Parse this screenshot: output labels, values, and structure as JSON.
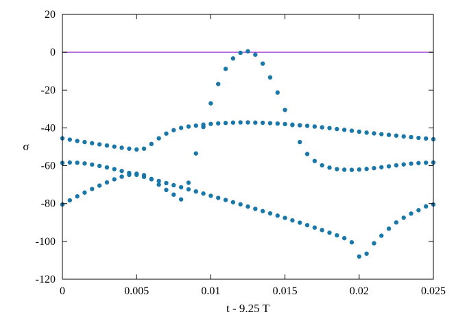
{
  "chart_data": {
    "type": "scatter",
    "title": "",
    "xlabel": "t - 9.25 T",
    "ylabel": "σ",
    "xlim": [
      0,
      0.025
    ],
    "ylim": [
      -120,
      20
    ],
    "xticks": [
      0,
      0.005,
      0.01,
      0.015,
      0.02,
      0.025
    ],
    "xtick_labels": [
      "0",
      "0.005",
      "0.01",
      "0.015",
      "0.02",
      "0.025"
    ],
    "yticks": [
      -120,
      -100,
      -80,
      -60,
      -40,
      -20,
      0,
      20
    ],
    "ytick_labels": [
      "-120",
      "-100",
      "-80",
      "-60",
      "-40",
      "-20",
      "0",
      "20"
    ],
    "grid": false,
    "colors": {
      "points": "#1a78a8",
      "zero_line": "#9b30d0"
    },
    "reference_line": {
      "y": 0
    },
    "series": [
      {
        "points": [
          [
            0.0,
            -45.5
          ],
          [
            0.0005,
            -46.2
          ],
          [
            0.001,
            -46.9
          ],
          [
            0.0015,
            -47.5
          ],
          [
            0.002,
            -48.1
          ],
          [
            0.0025,
            -48.7
          ],
          [
            0.003,
            -49.3
          ],
          [
            0.0035,
            -49.9
          ],
          [
            0.004,
            -50.5
          ],
          [
            0.0045,
            -51.0
          ],
          [
            0.005,
            -51.4
          ],
          [
            0.0055,
            -51.0
          ],
          [
            0.006,
            -48.5
          ],
          [
            0.0065,
            -45.5
          ],
          [
            0.007,
            -43.0
          ],
          [
            0.0075,
            -41.2
          ],
          [
            0.008,
            -40.0
          ],
          [
            0.0085,
            -39.3
          ],
          [
            0.009,
            -38.8
          ],
          [
            0.0095,
            -38.3
          ],
          [
            0.01,
            -37.9
          ],
          [
            0.0105,
            -37.6
          ],
          [
            0.011,
            -37.4
          ],
          [
            0.0115,
            -37.2
          ],
          [
            0.012,
            -37.1
          ],
          [
            0.0125,
            -37.1
          ],
          [
            0.013,
            -37.2
          ],
          [
            0.0135,
            -37.3
          ],
          [
            0.014,
            -37.5
          ],
          [
            0.0145,
            -37.7
          ],
          [
            0.015,
            -38.0
          ],
          [
            0.0155,
            -38.3
          ],
          [
            0.016,
            -38.6
          ],
          [
            0.0165,
            -38.9
          ],
          [
            0.017,
            -39.3
          ],
          [
            0.0175,
            -39.7
          ],
          [
            0.018,
            -40.1
          ],
          [
            0.0185,
            -40.6
          ],
          [
            0.019,
            -41.0
          ],
          [
            0.0195,
            -41.5
          ],
          [
            0.02,
            -42.0
          ],
          [
            0.0205,
            -42.5
          ],
          [
            0.021,
            -42.9
          ],
          [
            0.0215,
            -43.3
          ],
          [
            0.022,
            -43.7
          ],
          [
            0.0225,
            -44.1
          ],
          [
            0.023,
            -44.5
          ],
          [
            0.0235,
            -44.9
          ],
          [
            0.024,
            -45.3
          ],
          [
            0.0245,
            -45.6
          ],
          [
            0.025,
            -46.0
          ],
          [
            0.0,
            -58.5
          ],
          [
            0.0005,
            -58.3
          ],
          [
            0.001,
            -58.4
          ],
          [
            0.0015,
            -58.8
          ],
          [
            0.002,
            -59.4
          ],
          [
            0.0025,
            -60.1
          ],
          [
            0.003,
            -60.9
          ],
          [
            0.0035,
            -61.8
          ],
          [
            0.004,
            -62.8
          ],
          [
            0.0045,
            -63.8
          ],
          [
            0.005,
            -64.8
          ],
          [
            0.0055,
            -65.9
          ],
          [
            0.006,
            -67.0
          ],
          [
            0.0065,
            -68.1
          ],
          [
            0.007,
            -69.2
          ],
          [
            0.0075,
            -70.3
          ],
          [
            0.008,
            -71.4
          ],
          [
            0.0085,
            -72.5
          ],
          [
            0.009,
            -73.6
          ],
          [
            0.0095,
            -74.7
          ],
          [
            0.01,
            -75.9
          ],
          [
            0.0105,
            -77.0
          ],
          [
            0.011,
            -78.1
          ],
          [
            0.0115,
            -79.3
          ],
          [
            0.012,
            -80.4
          ],
          [
            0.0125,
            -81.6
          ],
          [
            0.013,
            -82.8
          ],
          [
            0.0135,
            -84.0
          ],
          [
            0.014,
            -85.2
          ],
          [
            0.0145,
            -86.4
          ],
          [
            0.015,
            -87.6
          ],
          [
            0.0155,
            -88.9
          ],
          [
            0.016,
            -90.1
          ],
          [
            0.0165,
            -91.4
          ],
          [
            0.017,
            -92.7
          ],
          [
            0.0175,
            -94.0
          ],
          [
            0.018,
            -95.4
          ],
          [
            0.0185,
            -96.8
          ],
          [
            0.019,
            -98.3
          ],
          [
            0.0195,
            -100.5
          ],
          [
            0.02,
            -108.0
          ],
          [
            0.0205,
            -106.5
          ],
          [
            0.021,
            -101.0
          ],
          [
            0.0215,
            -97.0
          ],
          [
            0.022,
            -93.3
          ],
          [
            0.0225,
            -90.0
          ],
          [
            0.023,
            -87.5
          ],
          [
            0.0235,
            -85.3
          ],
          [
            0.024,
            -83.5
          ],
          [
            0.0245,
            -81.5
          ],
          [
            0.025,
            -80.5
          ],
          [
            0.0,
            -80.5
          ],
          [
            0.0005,
            -78.3
          ],
          [
            0.001,
            -76.2
          ],
          [
            0.0015,
            -74.2
          ],
          [
            0.002,
            -72.3
          ],
          [
            0.0025,
            -70.5
          ],
          [
            0.003,
            -68.8
          ],
          [
            0.0035,
            -67.2
          ],
          [
            0.004,
            -65.8
          ],
          [
            0.0045,
            -64.8
          ],
          [
            0.005,
            -64.2
          ],
          [
            0.0055,
            -65.0
          ],
          [
            0.006,
            -67.2
          ],
          [
            0.0065,
            -70.0
          ],
          [
            0.007,
            -72.8
          ],
          [
            0.0075,
            -75.3
          ],
          [
            0.008,
            -77.8
          ],
          [
            0.0085,
            -69.0
          ],
          [
            0.009,
            -53.5
          ],
          [
            0.0095,
            -39.5
          ],
          [
            0.01,
            -27.0
          ],
          [
            0.0105,
            -16.8
          ],
          [
            0.011,
            -8.8
          ],
          [
            0.0115,
            -3.3
          ],
          [
            0.012,
            -0.3
          ],
          [
            0.0125,
            0.5
          ],
          [
            0.013,
            -1.3
          ],
          [
            0.0135,
            -6.0
          ],
          [
            0.014,
            -13.3
          ],
          [
            0.0145,
            -21.3
          ],
          [
            0.015,
            -30.5
          ],
          [
            0.0155,
            -38.5
          ],
          [
            0.016,
            -47.5
          ],
          [
            0.0165,
            -53.8
          ],
          [
            0.017,
            -57.5
          ],
          [
            0.0175,
            -59.8
          ],
          [
            0.018,
            -61.0
          ],
          [
            0.0185,
            -61.8
          ],
          [
            0.019,
            -62.1
          ],
          [
            0.0195,
            -62.2
          ],
          [
            0.02,
            -62.0
          ],
          [
            0.0205,
            -61.7
          ],
          [
            0.021,
            -61.3
          ],
          [
            0.0215,
            -60.8
          ],
          [
            0.022,
            -60.3
          ],
          [
            0.0225,
            -59.8
          ],
          [
            0.023,
            -59.3
          ],
          [
            0.0235,
            -58.9
          ],
          [
            0.024,
            -58.6
          ],
          [
            0.0245,
            -58.4
          ],
          [
            0.025,
            -58.3
          ]
        ]
      }
    ]
  }
}
